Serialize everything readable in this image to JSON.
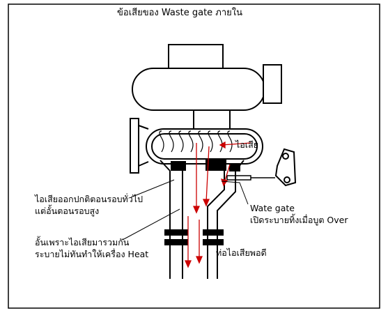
{
  "title": "ข้อเสียของ Waste gate ภายใน",
  "labels": {
    "exhaust": "ไอเสีย",
    "normal_line1": "ไอเสียออกปกติตอนรอบทั่วไป",
    "normal_line2": "แต่อั้นตอนรอบสูง",
    "wastegate_line1": "Wate gate",
    "wastegate_line2": "เปิดระบายทิ้งเมื่อบูต Over",
    "choke_line1": "อั้นเพราะไอเสียมารวมกัน",
    "choke_line2": "ระบายไม่ทันทำให้เครื่อง Heat",
    "pipe": "ท่อไอเสียพอดี"
  },
  "colors": {
    "line": "#000000",
    "flow": "#cc0000",
    "background": "#ffffff"
  }
}
